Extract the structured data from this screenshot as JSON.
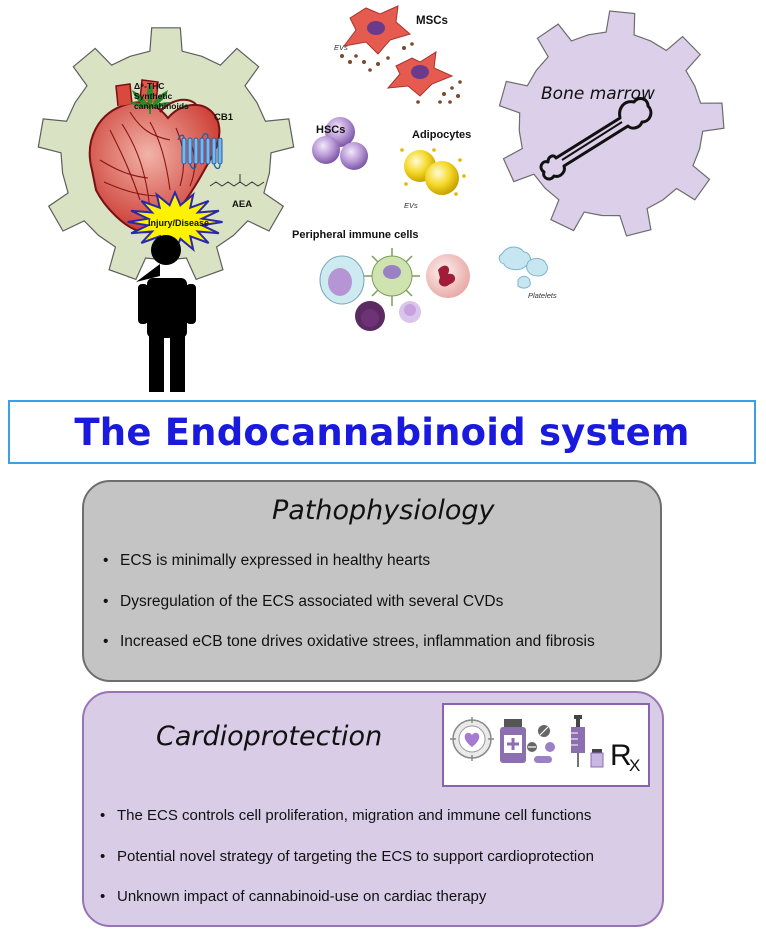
{
  "illustration": {
    "thc_label_line1": "Δ⁹-THC",
    "thc_label_line2": "Synthetic",
    "thc_label_line3": "cannabinoids",
    "cb1_label": "CB1",
    "aea_label": "AEA",
    "injury_label": "Injury/Disease",
    "mscs_label": "MSCs",
    "evs_label_1": "EVs",
    "evs_label_2": "EVs",
    "hscs_label": "HSCs",
    "adipocytes_label": "Adipocytes",
    "bone_marrow_label": "Bone marrow",
    "immune_label": "Peripheral immune cells",
    "platelets_label": "Platelets"
  },
  "title": "The Endocannabinoid system",
  "pathophysiology": {
    "heading": "Pathophysiology",
    "bullets": [
      "ECS is minimally expressed in healthy hearts",
      "Dysregulation of the ECS associated with several CVDs",
      "Increased eCB tone drives oxidative strees, inflammation and fibrosis"
    ]
  },
  "cardioprotection": {
    "heading": "Cardioprotection",
    "rx_label": "R",
    "rx_sub": "X",
    "bullets": [
      "The ECS controls cell proliferation, migration and immune cell functions",
      "Potential novel strategy of targeting the ECS to support cardioprotection",
      "Unknown impact of cannabinoid-use on cardiac therapy"
    ]
  },
  "colors": {
    "left_gear": "#d9e3c4",
    "right_gear": "#dccfe9",
    "title_text": "#1a1adf",
    "title_border": "#3aa0e8",
    "patho_fill": "#c4c4c4",
    "cardio_fill": "#d8cce6",
    "cardio_border": "#9874b6",
    "starburst": "#fff200"
  }
}
